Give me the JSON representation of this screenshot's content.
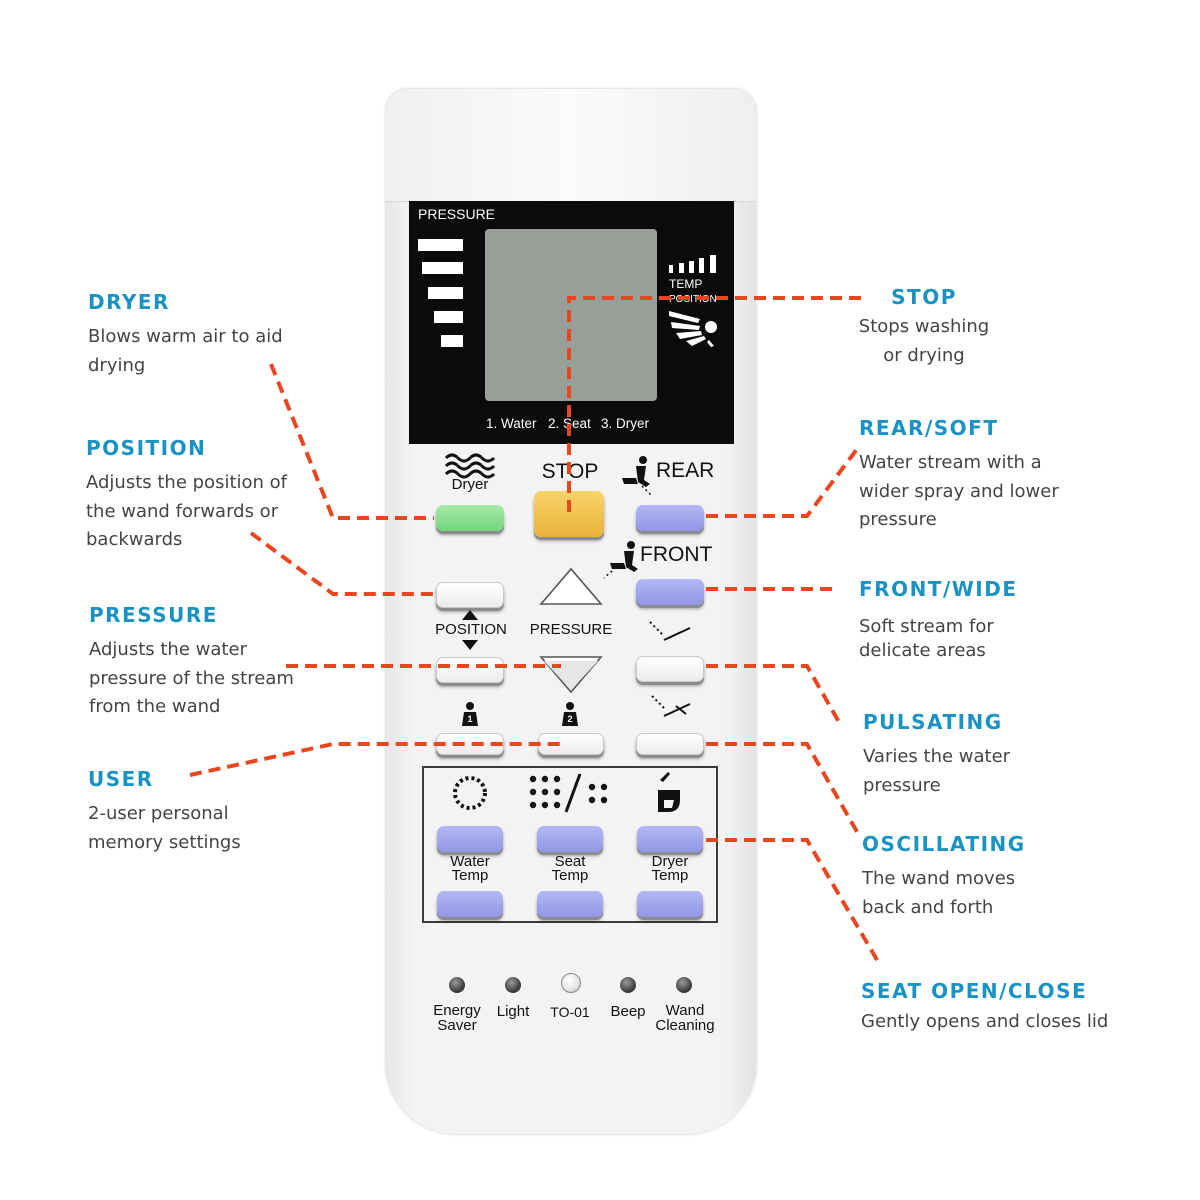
{
  "display": {
    "pressure_label": "PRESSURE",
    "temp_label": "TEMP",
    "position_label": "POSITION",
    "status_water": "1. Water",
    "status_seat": "2. Seat",
    "status_dryer": "3. Dryer"
  },
  "remote": {
    "dryer_label": "Dryer",
    "stop_label": "STOP",
    "rear_label": "REAR",
    "front_label": "FRONT",
    "position_label": "POSITION",
    "pressure_label": "PRESSURE",
    "user1_label": "1",
    "user2_label": "2",
    "water_temp_line1": "Water",
    "water_temp_line2": "Temp",
    "seat_temp_line1": "Seat",
    "seat_temp_line2": "Temp",
    "dryer_temp_line1": "Dryer",
    "dryer_temp_line2": "Temp",
    "energy_saver_line1": "Energy",
    "energy_saver_line2": "Saver",
    "light_label": "Light",
    "model_label": "TO-01",
    "beep_label": "Beep",
    "wand_cleaning_line1": "Wand",
    "wand_cleaning_line2": "Cleaning"
  },
  "annotations": {
    "dryer": {
      "title": "DRYER",
      "lines": [
        "Blows warm air to aid",
        "drying"
      ]
    },
    "position": {
      "title": "POSITION",
      "lines": [
        "Adjusts the position of",
        "the wand forwards or",
        "backwards"
      ]
    },
    "pressure": {
      "title": "PRESSURE",
      "lines": [
        "Adjusts the water",
        "pressure of the stream",
        "from the wand"
      ]
    },
    "user": {
      "title": "USER",
      "lines": [
        "2-user personal",
        "memory settings"
      ]
    },
    "stop": {
      "title": "STOP",
      "lines": [
        "Stops washing",
        "or drying"
      ]
    },
    "rear_soft": {
      "title": "REAR/SOFT",
      "lines": [
        "Water stream with a",
        "wider spray and lower",
        "pressure"
      ]
    },
    "front_wide": {
      "title": "FRONT/WIDE",
      "lines": [
        "Soft stream for",
        "delicate areas"
      ]
    },
    "pulsating": {
      "title": "PULSATING",
      "lines": [
        "Varies the water",
        "pressure"
      ]
    },
    "oscillating": {
      "title": "OSCILLATING",
      "lines": [
        "The wand moves",
        "back and forth"
      ]
    },
    "seat_open_close": {
      "title": "SEAT OPEN/CLOSE",
      "lines": [
        "Gently opens and closes lid"
      ]
    }
  },
  "colors": {
    "accent_title": "#1a93c4",
    "leader_line": "#e8461e",
    "dryer_button": "#7fdc86",
    "stop_button": "#f0c24e",
    "blue_button": "#9ea3ec"
  }
}
